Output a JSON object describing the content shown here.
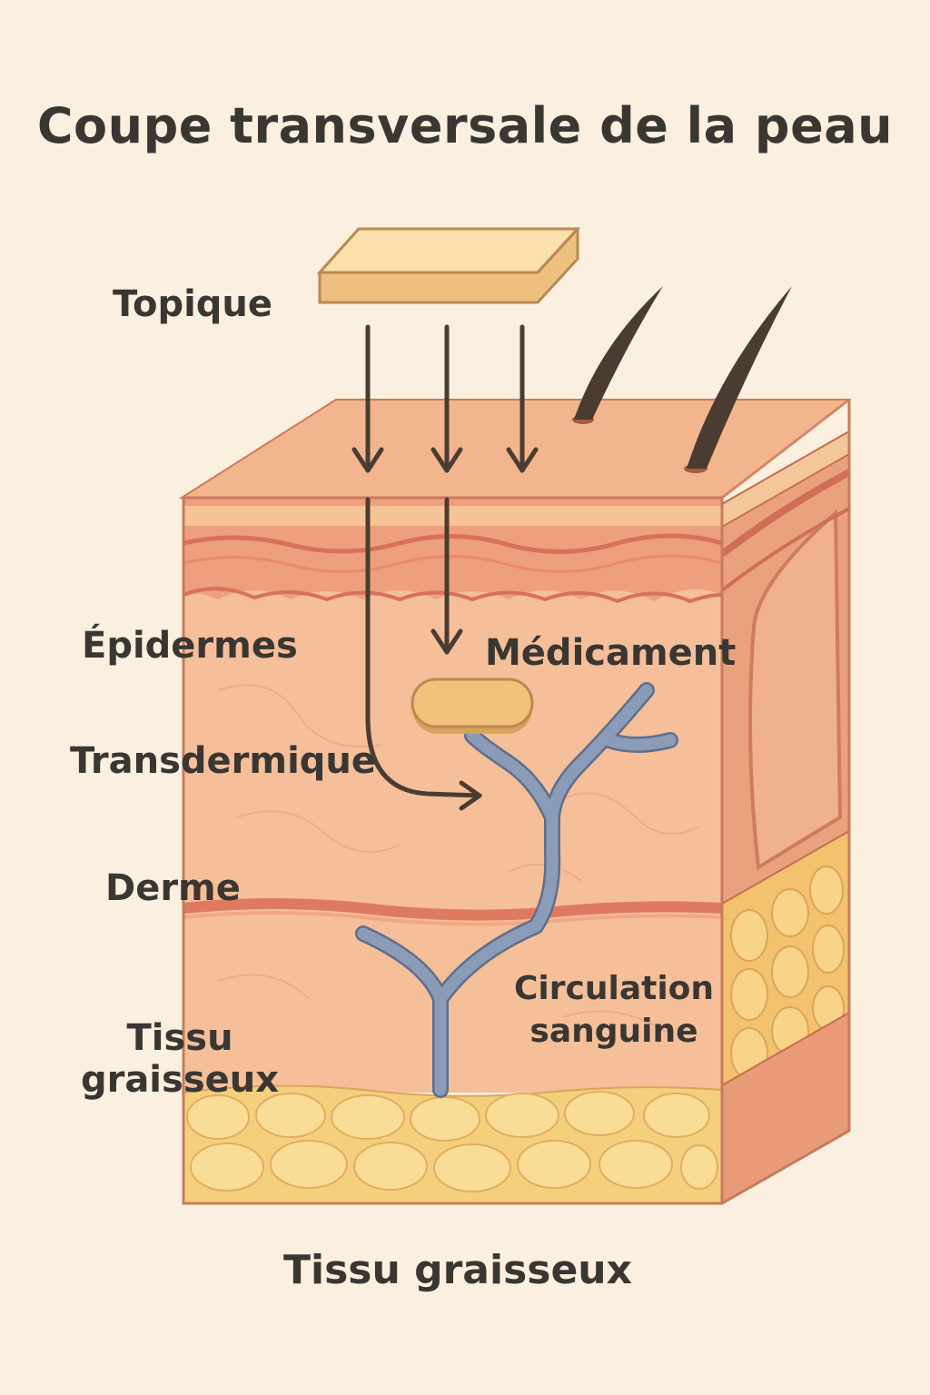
{
  "title": "Coupe transversale de la peau",
  "labels": {
    "topique": "Topique",
    "epidermes": "Épidermes",
    "transdermique": "Transdermique",
    "derme": "Derme",
    "tissu_left_line1": "Tissu",
    "tissu_left_line2": "graisseux",
    "medicament": "Médicament",
    "circulation_line1": "Circulation",
    "circulation_line2": "sanguine",
    "tissu_bottom": "Tissu graisseux"
  },
  "colors": {
    "background": "#fbefdf",
    "skin": "#f5bf9a",
    "skin_dark": "#e68b6c",
    "fat": "#f7d27e",
    "fat_cell": "#f9dc96",
    "vessel": "#8a9cb8",
    "patch": "#fbdfad",
    "drug": "#f1c27b",
    "hair": "#4a3c30",
    "arrow": "#4a3c33"
  },
  "icons": {
    "patch": "topical-patch-icon",
    "drug": "drug-capsule-icon",
    "hair": "hair-strand-icon",
    "vessel": "blood-vessel-icon"
  }
}
